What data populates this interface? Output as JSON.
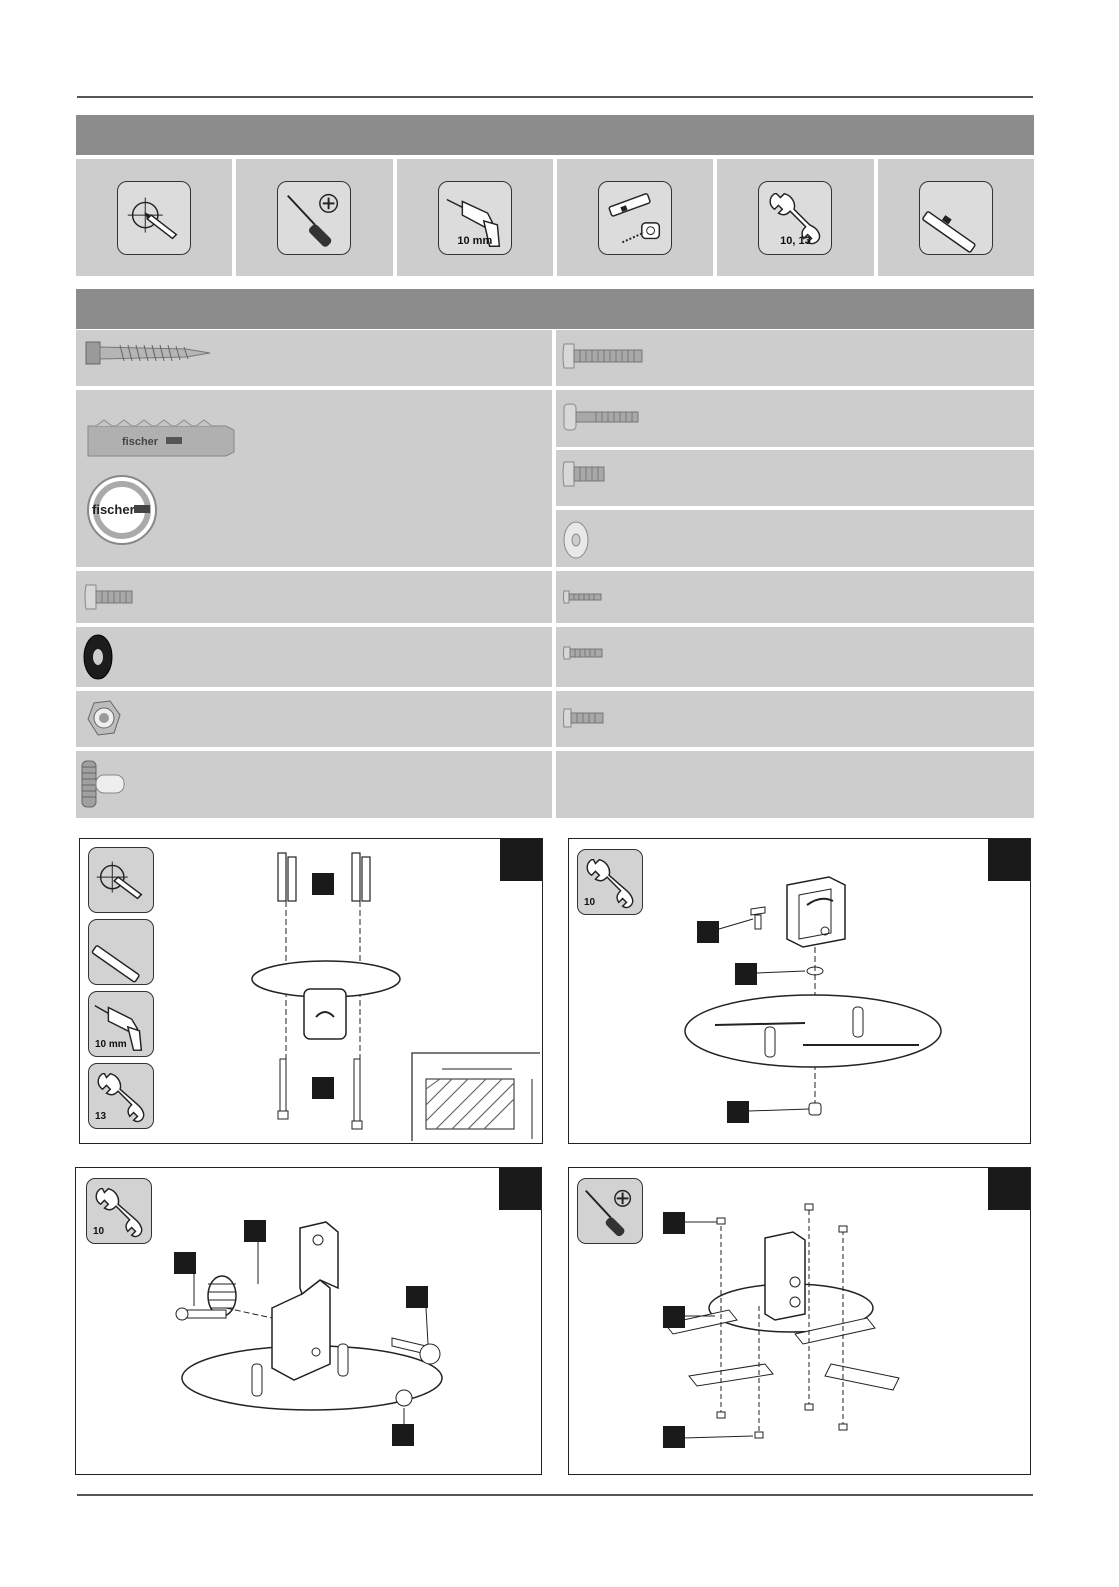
{
  "tools": [
    {
      "icon": "mark-pencil-icon",
      "label": ""
    },
    {
      "icon": "phillips-screwdriver-icon",
      "label": ""
    },
    {
      "icon": "drill-icon",
      "label": "10 mm"
    },
    {
      "icon": "spirit-level-tape-icon",
      "label": ""
    },
    {
      "icon": "wrench-icon",
      "label": "10, 13"
    },
    {
      "icon": "spirit-level-icon",
      "label": ""
    }
  ],
  "parts": {
    "anchor_brand": "fischer",
    "seal_brand": "fischer"
  },
  "steps": [
    {
      "tools": [
        {
          "icon": "mark-pencil-icon",
          "label": ""
        },
        {
          "icon": "spirit-level-icon",
          "label": ""
        },
        {
          "icon": "drill-icon",
          "label": "10 mm"
        },
        {
          "icon": "wrench-icon",
          "label": "13"
        }
      ]
    },
    {
      "tools": [
        {
          "icon": "wrench-icon",
          "label": "10"
        }
      ]
    },
    {
      "tools": [
        {
          "icon": "wrench-icon",
          "label": "10"
        }
      ]
    },
    {
      "tools": [
        {
          "icon": "phillips-screwdriver-icon",
          "label": ""
        }
      ]
    }
  ]
}
